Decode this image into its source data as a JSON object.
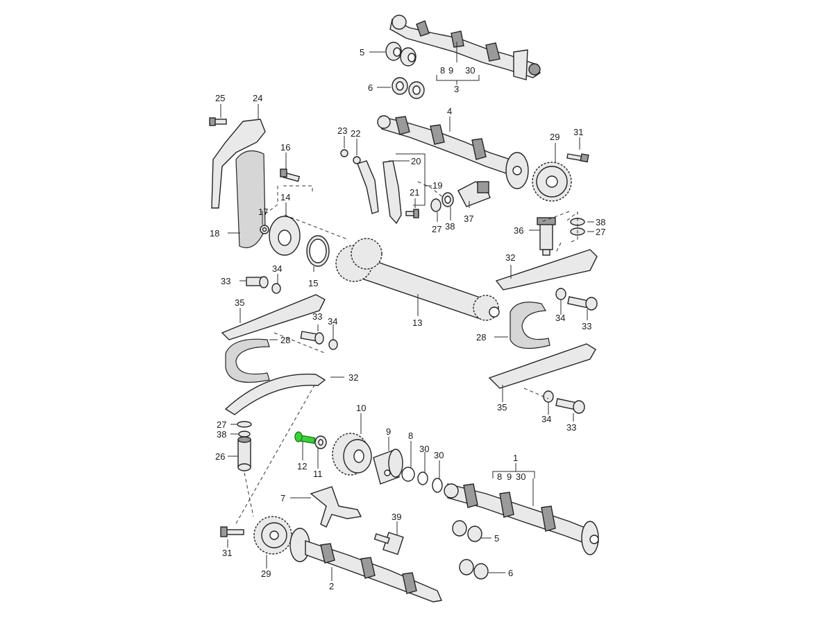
{
  "callouts": {
    "c1": "1",
    "c2": "2",
    "c3": "3",
    "c4": "4",
    "c5a": "5",
    "c5b": "5",
    "c6a": "6",
    "c6b": "6",
    "c7": "7",
    "c8a": "8",
    "c8b": "8",
    "c8c": "8",
    "c9a": "9",
    "c9b": "9",
    "c9c": "9",
    "c10": "10",
    "c11": "11",
    "c12": "12",
    "c13": "13",
    "c14": "14",
    "c15": "15",
    "c16": "16",
    "c17": "17",
    "c18": "18",
    "c19": "19",
    "c20": "20",
    "c21": "21",
    "c22": "22",
    "c23": "23",
    "c24": "24",
    "c25": "25",
    "c26": "26",
    "c27a": "27",
    "c27b": "27",
    "c27c": "27",
    "c28a": "28",
    "c28b": "28",
    "c29a": "29",
    "c29b": "29",
    "c30a": "30",
    "c30b": "30",
    "c30c": "30",
    "c30d": "30",
    "c31a": "31",
    "c31b": "31",
    "c32a": "32",
    "c32b": "32",
    "c33a": "33",
    "c33b": "33",
    "c33c": "33",
    "c33d": "33",
    "c34a": "34",
    "c34b": "34",
    "c34c": "34",
    "c34d": "34",
    "c35a": "35",
    "c35b": "35",
    "c36": "36",
    "c37": "37",
    "c38a": "38",
    "c38b": "38",
    "c38c": "38",
    "c39": "39"
  },
  "highlight": {
    "part": "12",
    "color": "#39d339"
  }
}
